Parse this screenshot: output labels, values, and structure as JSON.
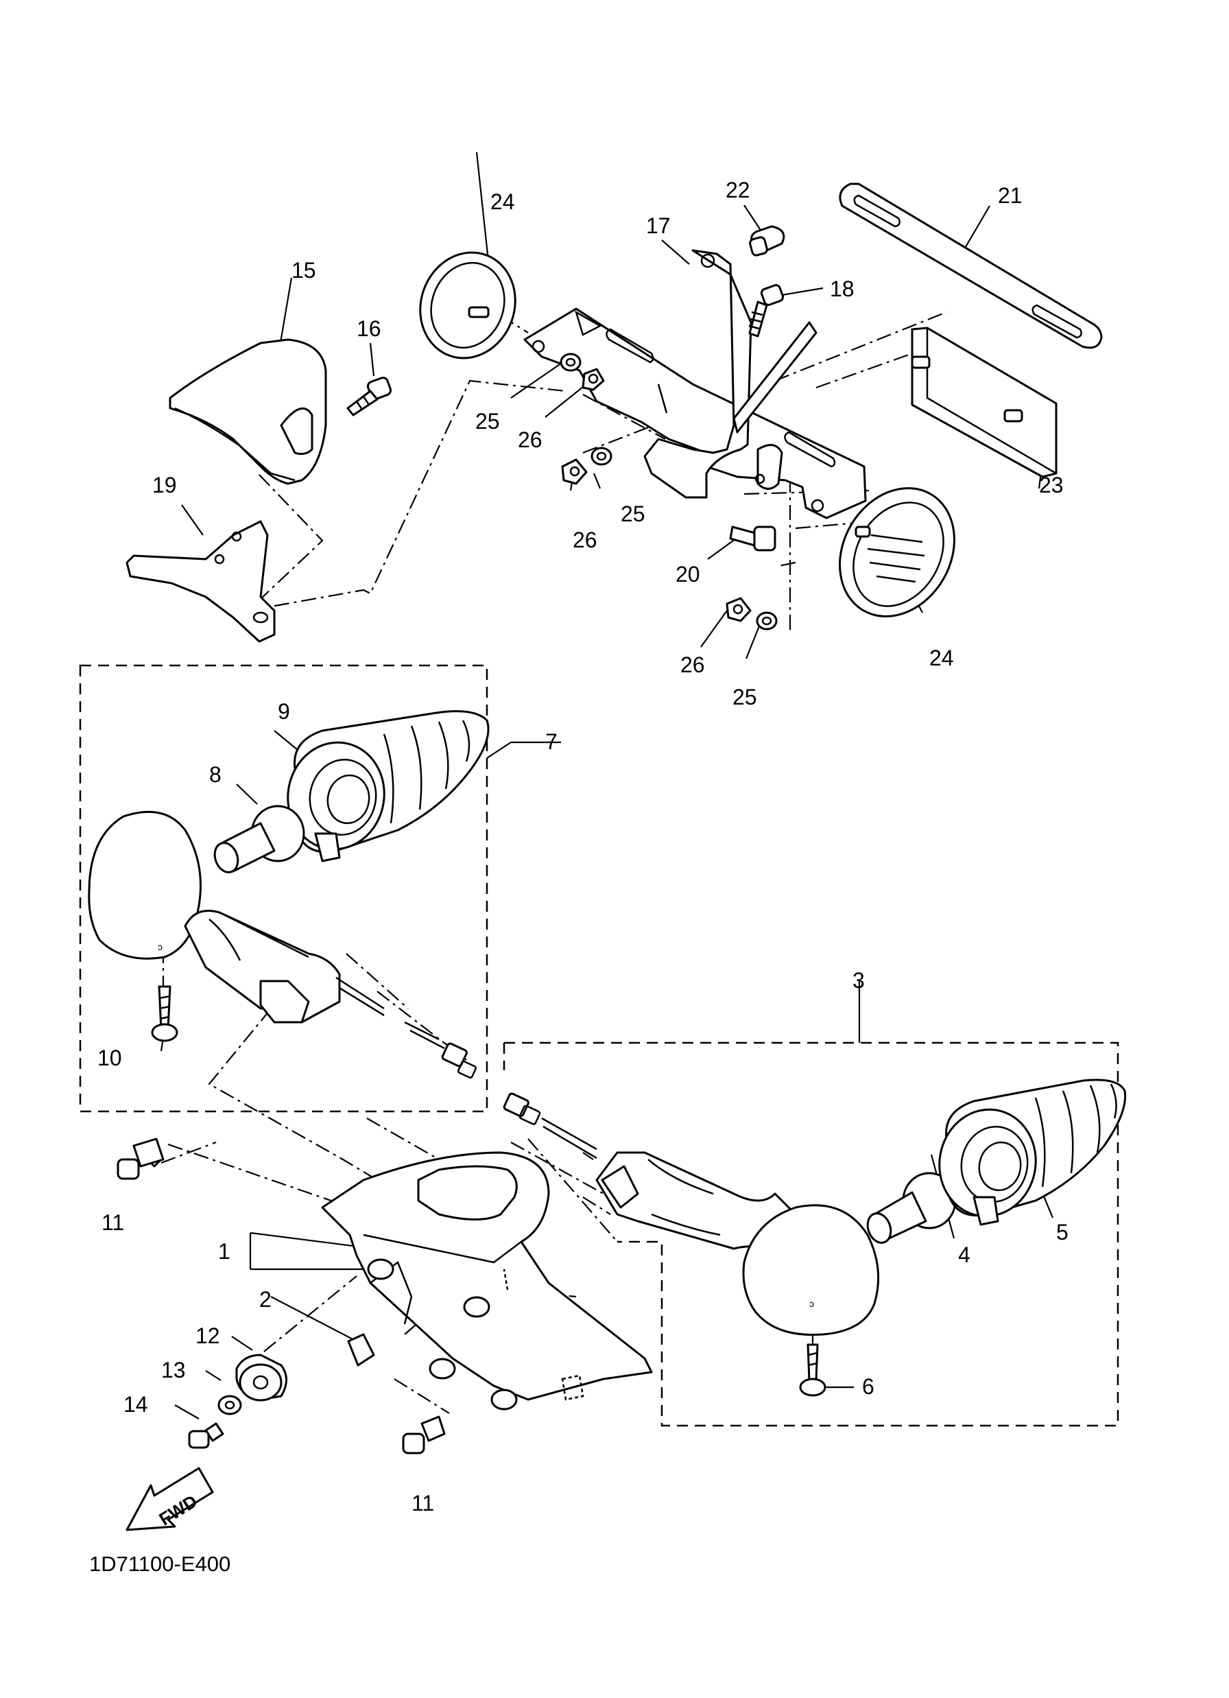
{
  "diagram": {
    "code": "1D71100-E400",
    "fwd_label": "FWD",
    "callouts": {
      "p1": "1",
      "p2": "2",
      "p3": "3",
      "p4": "4",
      "p5": "5",
      "p6": "6",
      "p7": "7",
      "p8": "8",
      "p9": "9",
      "p10": "10",
      "p11a": "11",
      "p11b": "11",
      "p12": "12",
      "p13": "13",
      "p14": "14",
      "p15": "15",
      "p16": "16",
      "p17": "17",
      "p18": "18",
      "p19": "19",
      "p20": "20",
      "p21": "21",
      "p22": "22",
      "p23": "23",
      "p24a": "24",
      "p24b": "24",
      "p25a": "25",
      "p25b": "25",
      "p25c": "25",
      "p26a": "26",
      "p26b": "26",
      "p26c": "26"
    }
  }
}
